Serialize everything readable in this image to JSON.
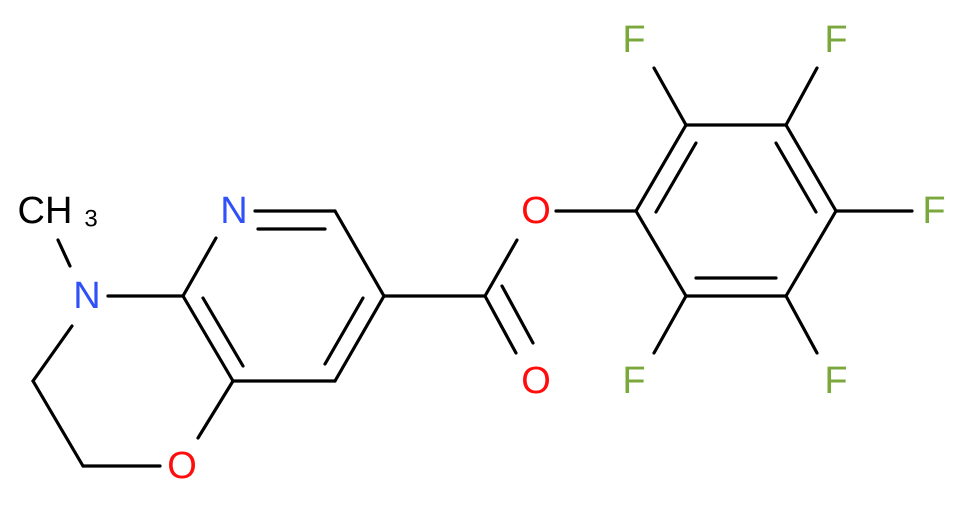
{
  "colors": {
    "bond": "#000000",
    "nitrogen": "#3050F8",
    "oxygen": "#FF0D0D",
    "fluorine": "#7BA83C",
    "carbon_label": "#000000",
    "background": "#FFFFFF"
  },
  "labels": {
    "methyl_c": "CH",
    "methyl_sub": "3",
    "n_amine": "N",
    "n_pyridine": "N",
    "o_ring": "O",
    "o_ester": "O",
    "o_carbonyl": "O",
    "f1": "F",
    "f2": "F",
    "f3": "F",
    "f4": "F",
    "f5": "F"
  }
}
